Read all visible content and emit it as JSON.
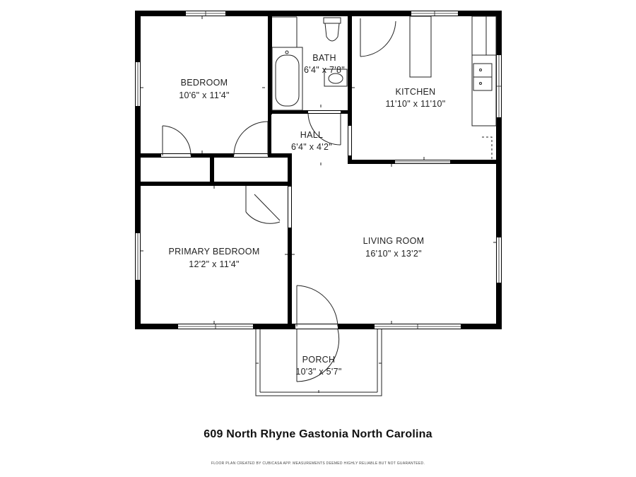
{
  "rooms": {
    "bedroom": {
      "name": "BEDROOM",
      "size": "10'6\" x 11'4\""
    },
    "bath": {
      "name": "BATH",
      "size": "6'4\" x 7'8\""
    },
    "kitchen": {
      "name": "KITCHEN",
      "size": "11'10\" x 11'10\""
    },
    "hall": {
      "name": "HALL",
      "size": "6'4\" x 4'2\""
    },
    "primary": {
      "name": "PRIMARY BEDROOM",
      "size": "12'2\" x 11'4\""
    },
    "living": {
      "name": "LIVING ROOM",
      "size": "16'10\" x 13'2\""
    },
    "porch": {
      "name": "PORCH",
      "size": "10'3\" x 5'7\""
    }
  },
  "footer": {
    "address": "609 North Rhyne Gastonia North Carolina",
    "disclaimer": "FLOOR PLAN CREATED BY CUBICASA APP. MEASUREMENTS DEEMED HIGHLY RELIABLE BUT NOT GUARANTEED."
  }
}
